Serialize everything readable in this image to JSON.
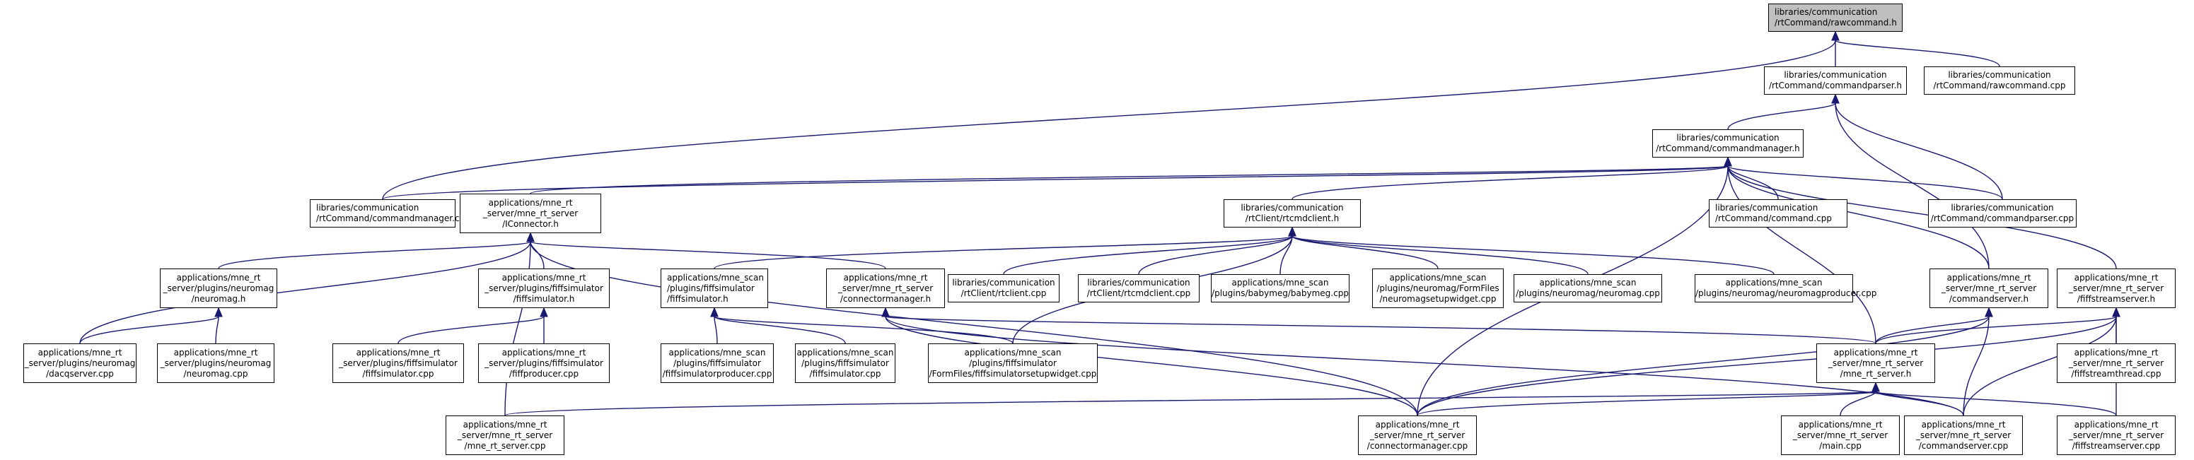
{
  "colors": {
    "edge": "#191970",
    "root_fill": "#bfbfbf",
    "node_fill": "#ffffff",
    "node_border": "#000000"
  },
  "nodes": [
    {
      "id": "rawcommand_h",
      "lines": [
        "libraries/communication",
        "/rtCommand/rawcommand.h"
      ],
      "root": true
    },
    {
      "id": "commandparser_h",
      "lines": [
        "libraries/communication",
        "/rtCommand/commandparser.h"
      ]
    },
    {
      "id": "rawcommand_cpp",
      "lines": [
        "libraries/communication",
        "/rtCommand/rawcommand.cpp"
      ]
    },
    {
      "id": "commandmanager_h",
      "lines": [
        "libraries/communication",
        "/rtCommand/commandmanager.h"
      ]
    },
    {
      "id": "commandmanager_cpp",
      "lines": [
        "libraries/communication",
        "/rtCommand/commandmanager.cpp"
      ]
    },
    {
      "id": "iconnector_h",
      "lines": [
        "applications/mne_rt",
        "_server/mne_rt_server",
        "/IConnector.h"
      ]
    },
    {
      "id": "rtcmdclient_h",
      "lines": [
        "libraries/communication",
        "/rtClient/rtcmdclient.h"
      ]
    },
    {
      "id": "command_cpp",
      "lines": [
        "libraries/communication",
        "/rtCommand/command.cpp"
      ]
    },
    {
      "id": "commandparser_cpp",
      "lines": [
        "libraries/communication",
        "/rtCommand/commandparser.cpp"
      ]
    },
    {
      "id": "neuromag_h",
      "lines": [
        "applications/mne_rt",
        "_server/plugins/neuromag",
        "/neuromag.h"
      ]
    },
    {
      "id": "fiffsimulator_h_srv",
      "lines": [
        "applications/mne_rt",
        "_server/plugins/fiffsimulator",
        "/fiffsimulator.h"
      ]
    },
    {
      "id": "fiffsimulator_h_scan",
      "lines": [
        "applications/mne_scan",
        "/plugins/fiffsimulator",
        "/fiffsimulator.h"
      ]
    },
    {
      "id": "connectormanager_h",
      "lines": [
        "applications/mne_rt",
        "_server/mne_rt_server",
        "/connectormanager.h"
      ]
    },
    {
      "id": "rtclient_cpp",
      "lines": [
        "libraries/communication",
        "/rtClient/rtclient.cpp"
      ]
    },
    {
      "id": "rtcmdclient_cpp",
      "lines": [
        "libraries/communication",
        "/rtClient/rtcmdclient.cpp"
      ]
    },
    {
      "id": "babymeg_cpp",
      "lines": [
        "applications/mne_scan",
        "/plugins/babymeg/babymeg.cpp"
      ]
    },
    {
      "id": "neuromagsetupwidget_cpp",
      "lines": [
        "applications/mne_scan",
        "/plugins/neuromag/FormFiles",
        "/neuromagsetupwidget.cpp"
      ]
    },
    {
      "id": "neuromag_cpp_scan",
      "lines": [
        "applications/mne_scan",
        "/plugins/neuromag/neuromag.cpp"
      ]
    },
    {
      "id": "neuromagproducer_cpp",
      "lines": [
        "applications/mne_scan",
        "/plugins/neuromag/neuromagproducer.cpp"
      ]
    },
    {
      "id": "commandserver_h",
      "lines": [
        "applications/mne_rt",
        "_server/mne_rt_server",
        "/commandserver.h"
      ]
    },
    {
      "id": "fiffstreamserver_h",
      "lines": [
        "applications/mne_rt",
        "_server/mne_rt_server",
        "/fiffstreamserver.h"
      ]
    },
    {
      "id": "dacqserver_cpp",
      "lines": [
        "applications/mne_rt",
        "_server/plugins/neuromag",
        "/dacqserver.cpp"
      ]
    },
    {
      "id": "neuromag_cpp_srv",
      "lines": [
        "applications/mne_rt",
        "_server/plugins/neuromag",
        "/neuromag.cpp"
      ]
    },
    {
      "id": "fiffsimulator_cpp_srv",
      "lines": [
        "applications/mne_rt",
        "_server/plugins/fiffsimulator",
        "/fiffsimulator.cpp"
      ]
    },
    {
      "id": "fiffproducer_cpp",
      "lines": [
        "applications/mne_rt",
        "_server/plugins/fiffsimulator",
        "/fiffproducer.cpp"
      ]
    },
    {
      "id": "fiffsimulatorproducer_cpp",
      "lines": [
        "applications/mne_scan",
        "/plugins/fiffsimulator",
        "/fiffsimulatorproducer.cpp"
      ]
    },
    {
      "id": "fiffsimulator_cpp_scan",
      "lines": [
        "applications/mne_scan",
        "/plugins/fiffsimulator",
        "/fiffsimulator.cpp"
      ]
    },
    {
      "id": "fiffsimulatorsetupwidget_cpp",
      "lines": [
        "applications/mne_scan",
        "/plugins/fiffsimulator",
        "/FormFiles/fiffsimulatorsetupwidget.cpp"
      ]
    },
    {
      "id": "mne_rt_server_h",
      "lines": [
        "applications/mne_rt",
        "_server/mne_rt_server",
        "/mne_rt_server.h"
      ]
    },
    {
      "id": "fiffstreamthread_cpp",
      "lines": [
        "applications/mne_rt",
        "_server/mne_rt_server",
        "/fiffstreamthread.cpp"
      ]
    },
    {
      "id": "mne_rt_server_cpp",
      "lines": [
        "applications/mne_rt",
        "_server/mne_rt_server",
        "/mne_rt_server.cpp"
      ]
    },
    {
      "id": "connectormanager_cpp",
      "lines": [
        "applications/mne_rt",
        "_server/mne_rt_server",
        "/connectormanager.cpp"
      ]
    },
    {
      "id": "main_cpp",
      "lines": [
        "applications/mne_rt",
        "_server/mne_rt_server",
        "/main.cpp"
      ]
    },
    {
      "id": "commandserver_cpp",
      "lines": [
        "applications/mne_rt",
        "_server/mne_rt_server",
        "/commandserver.cpp"
      ]
    },
    {
      "id": "fiffstreamserver_cpp",
      "lines": [
        "applications/mne_rt",
        "_server/mne_rt_server",
        "/fiffstreamserver.cpp"
      ]
    }
  ],
  "edges": [
    [
      "rawcommand_h",
      "commandparser_h"
    ],
    [
      "rawcommand_h",
      "rawcommand_cpp"
    ],
    [
      "rawcommand_h",
      "commandmanager_cpp"
    ],
    [
      "commandparser_h",
      "commandmanager_h"
    ],
    [
      "commandparser_h",
      "commandparser_cpp"
    ],
    [
      "commandparser_h",
      "commandserver_h"
    ],
    [
      "commandmanager_h",
      "commandmanager_cpp"
    ],
    [
      "commandmanager_h",
      "iconnector_h"
    ],
    [
      "commandmanager_h",
      "rtcmdclient_h"
    ],
    [
      "commandmanager_h",
      "command_cpp"
    ],
    [
      "commandmanager_h",
      "commandparser_cpp"
    ],
    [
      "commandmanager_h",
      "commandserver_h"
    ],
    [
      "commandmanager_h",
      "fiffstreamserver_h"
    ],
    [
      "commandmanager_h",
      "mne_rt_server_h"
    ],
    [
      "commandmanager_h",
      "connectormanager_cpp"
    ],
    [
      "iconnector_h",
      "neuromag_h"
    ],
    [
      "iconnector_h",
      "fiffsimulator_h_srv"
    ],
    [
      "iconnector_h",
      "connectormanager_h"
    ],
    [
      "iconnector_h",
      "dacqserver_cpp"
    ],
    [
      "iconnector_h",
      "mne_rt_server_cpp"
    ],
    [
      "iconnector_h",
      "connectormanager_cpp"
    ],
    [
      "rtcmdclient_h",
      "fiffsimulator_h_scan"
    ],
    [
      "rtcmdclient_h",
      "rtclient_cpp"
    ],
    [
      "rtcmdclient_h",
      "rtcmdclient_cpp"
    ],
    [
      "rtcmdclient_h",
      "babymeg_cpp"
    ],
    [
      "rtcmdclient_h",
      "neuromagsetupwidget_cpp"
    ],
    [
      "rtcmdclient_h",
      "neuromag_cpp_scan"
    ],
    [
      "rtcmdclient_h",
      "neuromagproducer_cpp"
    ],
    [
      "rtcmdclient_h",
      "fiffsimulatorsetupwidget_cpp"
    ],
    [
      "neuromag_h",
      "dacqserver_cpp"
    ],
    [
      "neuromag_h",
      "neuromag_cpp_srv"
    ],
    [
      "fiffsimulator_h_srv",
      "fiffsimulator_cpp_srv"
    ],
    [
      "fiffsimulator_h_srv",
      "fiffproducer_cpp"
    ],
    [
      "fiffsimulator_h_scan",
      "fiffsimulatorproducer_cpp"
    ],
    [
      "fiffsimulator_h_scan",
      "fiffsimulator_cpp_scan"
    ],
    [
      "fiffsimulator_h_scan",
      "fiffsimulatorsetupwidget_cpp"
    ],
    [
      "connectormanager_h",
      "mne_rt_server_h"
    ],
    [
      "connectormanager_h",
      "connectormanager_cpp"
    ],
    [
      "connectormanager_h",
      "commandserver_cpp"
    ],
    [
      "commandserver_h",
      "mne_rt_server_h"
    ],
    [
      "commandserver_h",
      "commandserver_cpp"
    ],
    [
      "commandserver_h",
      "connectormanager_cpp"
    ],
    [
      "fiffstreamserver_h",
      "mne_rt_server_h"
    ],
    [
      "fiffstreamserver_h",
      "fiffstreamthread_cpp"
    ],
    [
      "fiffstreamserver_h",
      "fiffstreamserver_cpp"
    ],
    [
      "fiffstreamserver_h",
      "connectormanager_cpp"
    ],
    [
      "fiffstreamserver_h",
      "commandserver_cpp"
    ],
    [
      "mne_rt_server_h",
      "mne_rt_server_cpp"
    ],
    [
      "mne_rt_server_h",
      "connectormanager_cpp"
    ],
    [
      "mne_rt_server_h",
      "main_cpp"
    ],
    [
      "mne_rt_server_h",
      "commandserver_cpp"
    ],
    [
      "mne_rt_server_h",
      "fiffstreamserver_cpp"
    ]
  ]
}
